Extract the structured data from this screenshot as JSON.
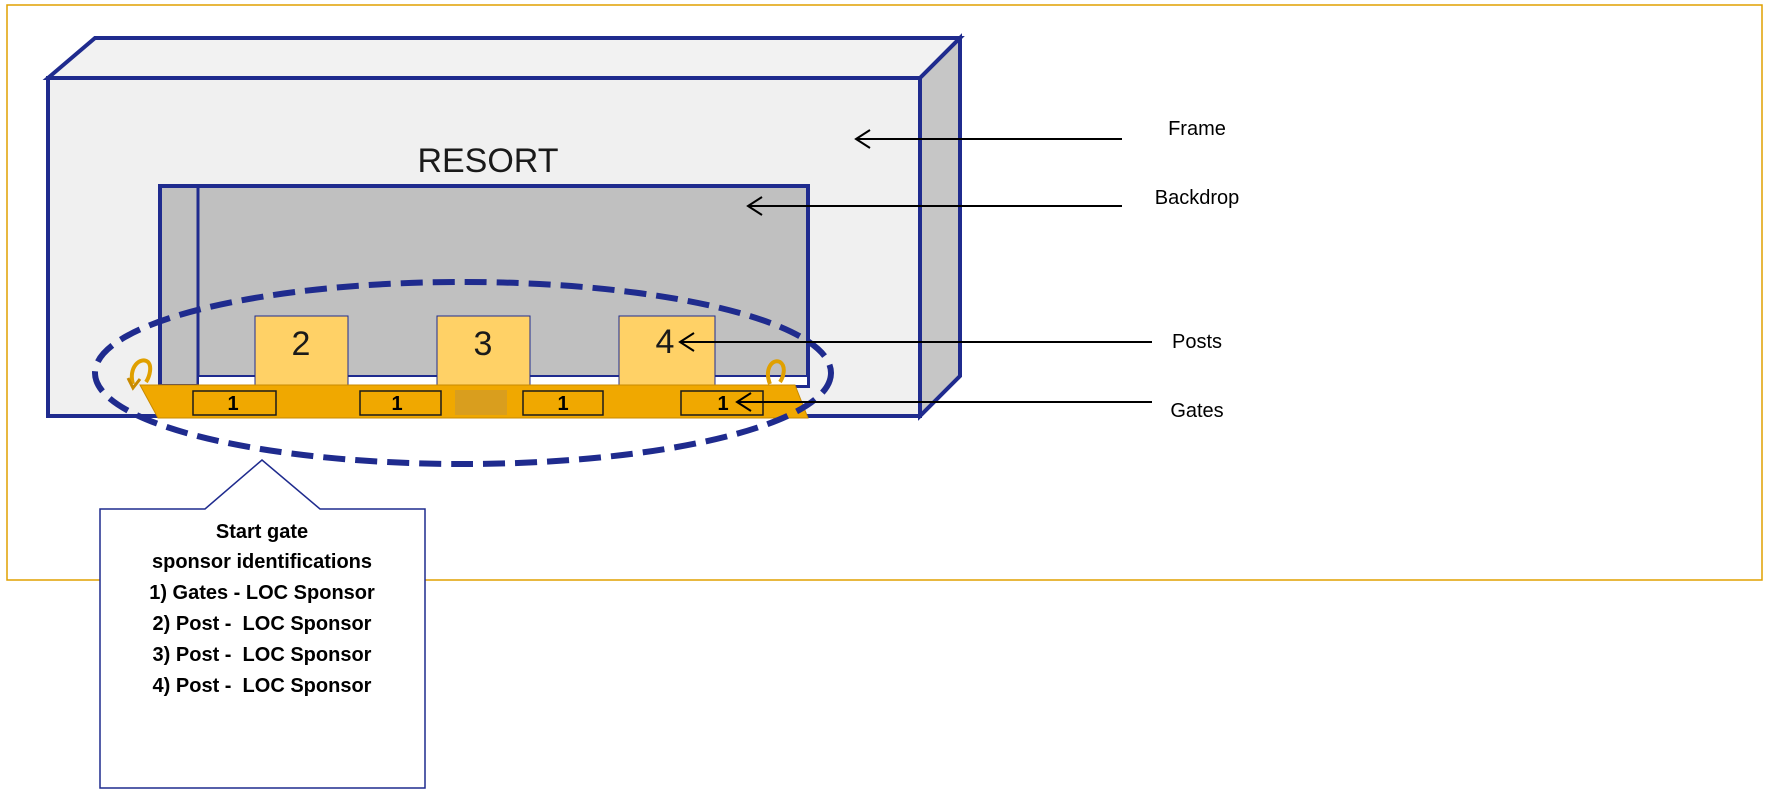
{
  "diagram": {
    "resort_label": "RESORT",
    "posts": [
      "2",
      "3",
      "4"
    ],
    "gates": [
      "1",
      "1",
      "1",
      "1"
    ],
    "labels": {
      "frame": "Frame",
      "backdrop": "Backdrop",
      "posts": "Posts",
      "gates": "Gates"
    },
    "callout": {
      "title_line1": "Start gate",
      "title_line2": "sponsor identifications",
      "items": [
        "1) Gates - LOC Sponsor",
        "2) Post -  LOC Sponsor",
        "3) Post -  LOC Sponsor",
        "4) Post -  LOC Sponsor"
      ]
    },
    "colors": {
      "outline": "#1f2b8e",
      "frame_fill": "#f0f0f0",
      "backdrop_fill": "#c0c0c0",
      "post_fill": "#ffd166",
      "gate_bar": "#f0a800",
      "border": "#e0a000"
    }
  }
}
